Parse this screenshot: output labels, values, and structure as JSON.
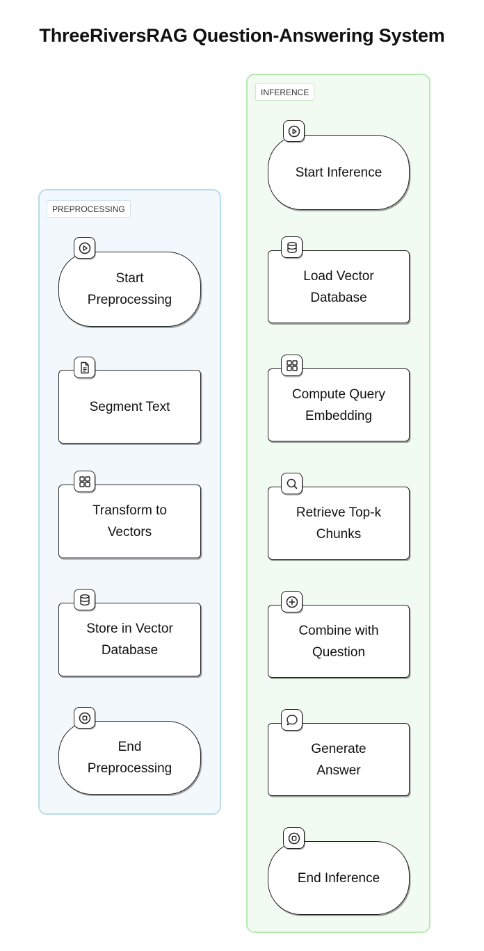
{
  "title": "ThreeRiversRAG Question-Answering System",
  "lanes": {
    "preprocessing": {
      "label": "PREPROCESSING",
      "nodes": [
        {
          "text": "Start Preprocessing",
          "icon": "play-circle-icon",
          "shape": "stadium"
        },
        {
          "text": "Segment Text",
          "icon": "document-icon",
          "shape": "box"
        },
        {
          "text": "Transform to Vectors",
          "icon": "grid-icon",
          "shape": "box"
        },
        {
          "text": "Store in Vector Database",
          "icon": "database-icon",
          "shape": "box"
        },
        {
          "text": "End Preprocessing",
          "icon": "stop-circle-icon",
          "shape": "stadium"
        }
      ]
    },
    "inference": {
      "label": "INFERENCE",
      "nodes": [
        {
          "text": "Start Inference",
          "icon": "play-circle-icon",
          "shape": "stadium"
        },
        {
          "text": "Load Vector Database",
          "icon": "database-icon",
          "shape": "box"
        },
        {
          "text": "Compute Query Embedding",
          "icon": "grid-icon",
          "shape": "box"
        },
        {
          "text": "Retrieve Top-k Chunks",
          "icon": "search-icon",
          "shape": "box"
        },
        {
          "text": "Combine with Question",
          "icon": "plus-circle-icon",
          "shape": "box"
        },
        {
          "text": "Generate Answer",
          "icon": "chat-bubble-icon",
          "shape": "box"
        },
        {
          "text": "End Inference",
          "icon": "stop-circle-icon",
          "shape": "stadium"
        }
      ]
    }
  },
  "colors": {
    "preprocessing_lane_fill": "#f3f8fc",
    "preprocessing_lane_border": "#b9dcea",
    "inference_lane_fill": "#f2fbf1",
    "inference_lane_border": "#b7e8b2"
  }
}
